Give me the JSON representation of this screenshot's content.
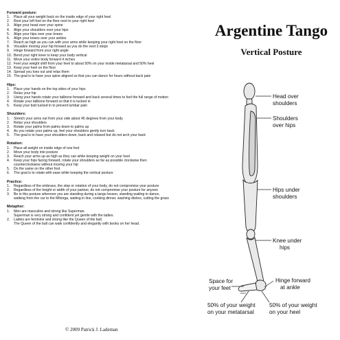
{
  "sections": [
    {
      "title": "Forward posture:",
      "items": [
        {
          "n": "1.",
          "t": "Place all your weight back on the inside edge of your right heel"
        },
        {
          "n": "2.",
          "t": "Rest your left foot on the floor next to your right heel"
        },
        {
          "n": "3.",
          "t": "Align your head over your spine"
        },
        {
          "n": "4.",
          "t": "Align your shoulders over your hips"
        },
        {
          "n": "5.",
          "t": "Align your hips over your knees"
        },
        {
          "n": "6.",
          "t": "Align your knees over your ankles"
        },
        {
          "n": "7.",
          "t": "Reach as high as you can with your arms while keeping your right heel on the floor"
        },
        {
          "n": "8.",
          "t": "Visualize moving your hip forward as you do the next 3 steps"
        },
        {
          "n": "9.",
          "t": "Hinge forward from your right angle"
        },
        {
          "n": "10.",
          "t": "Bend your right knee to keep your body vertical"
        },
        {
          "n": "11.",
          "t": "Move your entire body forward 4 inches"
        },
        {
          "n": "12.",
          "t": "Feel your weight shift from your heel to about 50% on your inside metatarsal and 50% heel"
        },
        {
          "n": "13.",
          "t": "Keep your heel on the floor"
        },
        {
          "n": "14.",
          "t": "Spread you toes out and relax them"
        },
        {
          "n": "15.",
          "t": "The goal is to have your spine aligned so that you can dance for hours without back pain"
        }
      ]
    },
    {
      "title": "Hips:",
      "items": [
        {
          "n": "1.",
          "t": "Place your hands on the top sides of your hips"
        },
        {
          "n": "2.",
          "t": "Relax your hip"
        },
        {
          "n": "3.",
          "t": "Using your hands rotate your tailbone forward and back several times to feel the full range of motion"
        },
        {
          "n": "4.",
          "t": "Rotate your tailbone forward so that it is tucked in"
        },
        {
          "n": "5.",
          "t": "Keep your butt tucked in to prevent lumbar pain"
        }
      ]
    },
    {
      "title": "Shoulders:",
      "items": [
        {
          "n": "1.",
          "t": "Stretch your arms out from your side about 45 degrees from your body"
        },
        {
          "n": "2.",
          "t": "Relax your shoulders"
        },
        {
          "n": "3.",
          "t": "Rotate your palms from palms down to palms up"
        },
        {
          "n": "4.",
          "t": "As you rotate your palms up, feel your shoulders gently turn back"
        },
        {
          "n": "5.",
          "t": "The goal is to have your shoulders down, back and relaxed but do not arch your back"
        }
      ]
    },
    {
      "title": "Rotation:",
      "items": [
        {
          "n": "1.",
          "t": "Place all weight on inside edge of one foot"
        },
        {
          "n": "2.",
          "t": "Move your body into posture"
        },
        {
          "n": "3.",
          "t": "Reach your arms up as high as they can while keeping weight on your heel"
        },
        {
          "n": "4.",
          "t": "Keep your hips facing forward, rotate your shoulders as far as possible clockwise then",
          "c": "counterclockwise without moving your hip"
        },
        {
          "n": "5.",
          "t": "Do the same on the other foot"
        },
        {
          "n": "6.",
          "t": "The goal is to rotate with ease while keeping the vertical posture"
        }
      ]
    },
    {
      "title": "Practice:",
      "items": [
        {
          "n": "1.",
          "t": "Regardless of the embrace, the step or rotation of your body, do not compromise your posture"
        },
        {
          "n": "2.",
          "t": "Regardless of the height or width of your partner, do not compromise your posture for anyone"
        },
        {
          "n": "3.",
          "t": "Be in this posture wherever you are standing during a tango lesson, standing waiting to dance,",
          "c": "walking from the car to the Milonga, waiting in line, cooking dinner, washing dishes, cutting the grass"
        }
      ]
    },
    {
      "title": "Metaphor:",
      "items": [
        {
          "n": "1.",
          "t": "Men are masculine and strong like Superman.",
          "c": "Superman is very strong and confident yet gentle with the ladies."
        },
        {
          "n": "2.",
          "t": "Ladies are feminine and strong like the Queen of the ball.",
          "c": "The Queen of the ball can walk confidently and elegantly with books on her head."
        }
      ]
    }
  ],
  "title": "Argentine Tango",
  "subtitle": "Vertical Posture",
  "copyright": "© 2009 Patrick J. Lademan",
  "labels": {
    "head_1": "Head over",
    "head_2": "shoulders",
    "shoulders_1": "Shoulders",
    "shoulders_2": "over hips",
    "hips_1": "Hips under",
    "hips_2": "shoulders",
    "knee_1": "Knee under",
    "knee_2": "hips",
    "space_1": "Space for",
    "space_2": "your feet",
    "hinge_1": "Hinge forward",
    "hinge_2": "at ankle",
    "meta_1": "50% of your weight",
    "meta_2": "on your metatarsal",
    "heel_1": "50% of your weight",
    "heel_2": "on your heel"
  }
}
